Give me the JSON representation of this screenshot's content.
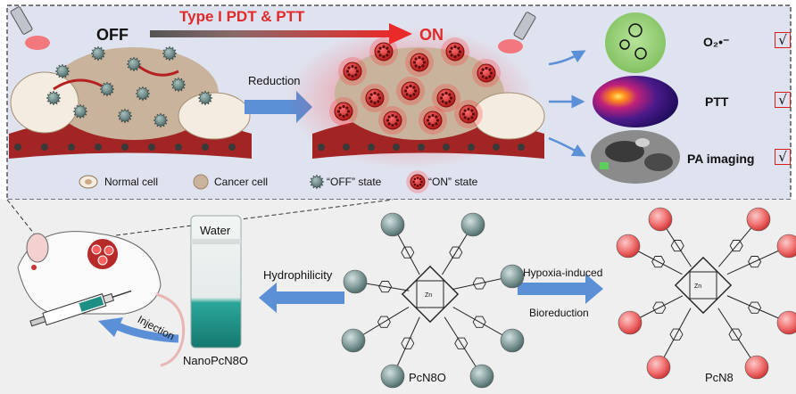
{
  "top": {
    "off_label": "OFF",
    "arrow_label": "Type I PDT & PTT",
    "on_label": "ON",
    "reduction_label": "Reduction",
    "outcomes": [
      {
        "label": "O₂•⁻",
        "check": "√"
      },
      {
        "label": "PTT",
        "check": "√"
      },
      {
        "label": "PA imaging",
        "check": "√"
      }
    ],
    "legend": {
      "normal": "Normal cell",
      "cancer": "Cancer cell",
      "off_state": "“OFF” state",
      "on_state": "“ON” state"
    }
  },
  "bottom": {
    "water_label": "Water",
    "hydrophilicity_label": "Hydrophilicity",
    "injection_label": "Injection",
    "nano_label": "NanoPcN8O",
    "pcn8o_label": "PcN8O",
    "hypoxia_label": "Hypoxia-induced",
    "bioreduction_label": "Bioreduction",
    "pcn8_label": "PcN8",
    "zn_label": "Zn"
  },
  "colors": {
    "panel_bg": "#dfe3ef",
    "bottom_bg": "#efefef",
    "red_arrow": "#e02a2a",
    "blue_arrow": "#5b8fd6",
    "off_np": "#5d7c7a",
    "on_np": "#d92525",
    "pcn8_sphere": "#ea5a5a",
    "pcn8o_sphere": "#6f8a88"
  }
}
